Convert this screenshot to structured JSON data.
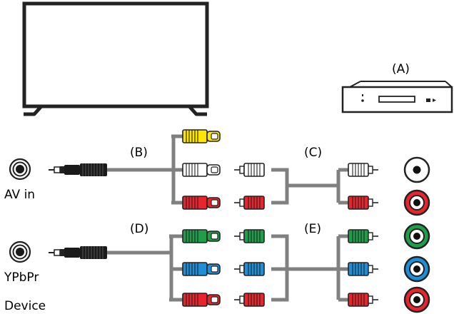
{
  "labels": {
    "device_a": "(A)",
    "cable_b": "(B)",
    "cable_c": "(C)",
    "cable_d": "(D)",
    "cable_e": "(E)",
    "av_in": "AV in",
    "ypbpr": "YPbPr",
    "device": "Device"
  },
  "colors": {
    "yellow": "#ffe600",
    "white": "#ffffff",
    "red": "#e8242c",
    "green": "#1f9e4a",
    "blue": "#1e8fd6",
    "black": "#1a1a1a",
    "cable_gray": "#808080"
  },
  "icons": [
    "tv-icon",
    "player-device-icon",
    "jack-socket-icon",
    "rca-socket-icon",
    "mini-plug-icon",
    "rca-plug-icon"
  ]
}
